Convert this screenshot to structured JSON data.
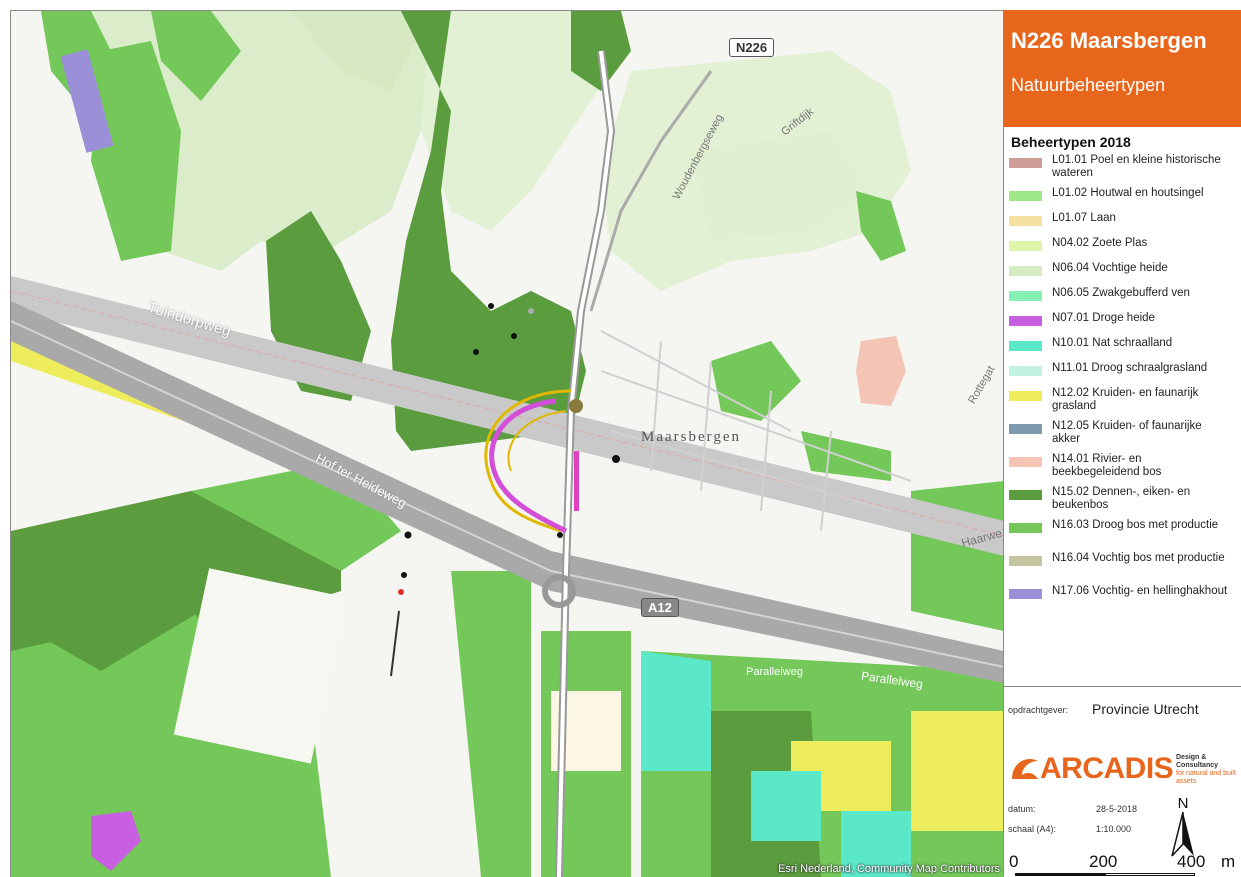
{
  "map": {
    "labels": {
      "tuindorpweg": "Tuindorpweg",
      "hof_ter_heideweg": "Hof ter Heideweg",
      "maarsbergen": "Maarsbergen",
      "woudenbergseweg": "Woudenbergseweg",
      "griftdijk": "Griftdijk",
      "rottegat": "Rottegat",
      "haarweg": "Haarwe",
      "parallelweg1": "Parallelweg",
      "parallelweg2": "Parallelweg"
    },
    "shields": {
      "n226": "N226",
      "a12": "A12"
    },
    "credits": "Esri Nederland, Community Map Contributors"
  },
  "panel": {
    "title": "N226 Maarsbergen",
    "subtitle": "Natuurbeheertypen",
    "legend_title": "Beheertypen 2018",
    "legend": [
      {
        "label": "L01.01 Poel en kleine historische wateren",
        "color": "#cf9d97"
      },
      {
        "label": "L01.02 Houtwal en houtsingel",
        "color": "#9ee887"
      },
      {
        "label": "L01.07 Laan",
        "color": "#f6e0a0"
      },
      {
        "label": "N04.02 Zoete Plas",
        "color": "#ddf5a8"
      },
      {
        "label": "N06.04 Vochtige heide",
        "color": "#d5ebc2"
      },
      {
        "label": "N06.05 Zwakgebufferd ven",
        "color": "#84f0b3"
      },
      {
        "label": "N07.01 Droge heide",
        "color": "#c85fe0"
      },
      {
        "label": "N10.01 Nat schraalland",
        "color": "#5ae8c8"
      },
      {
        "label": "N11.01 Droog schraalgrasland",
        "color": "#c3f2e2"
      },
      {
        "label": "N12.02 Kruiden- en faunarijk grasland",
        "color": "#ecec5c"
      },
      {
        "label": "N12.05 Kruiden- of faunarijke akker",
        "color": "#7f9aae"
      },
      {
        "label": "N14.01 Rivier- en beekbegeleidend bos",
        "color": "#f4c4b4"
      },
      {
        "label": "N15.02 Dennen-, eiken- en beukenbos",
        "color": "#5b9c3e"
      },
      {
        "label": "N16.03 Droog bos met productie",
        "color": "#74c85a"
      },
      {
        "label": "N16.04 Vochtig bos met productie",
        "color": "#c5c5a2"
      },
      {
        "label": "N17.06 Vochtig- en hellinghakhout",
        "color": "#9b8fd8"
      }
    ],
    "client_key": "opdrachtgever:",
    "client_value": "Provincie Utrecht",
    "logo_text": "ARCADIS",
    "logo_tag_1": "Design & Consultancy",
    "logo_tag_2": "for natural and built assets",
    "north_label": "N",
    "date_key": "datum:",
    "date_value": "28-5-2018",
    "scale_key": "schaal (A4):",
    "scale_value": "1:10.000",
    "scale_0": "0",
    "scale_200": "200",
    "scale_400": "400",
    "scale_unit": "m"
  },
  "colors": {
    "accent": "#e8661c"
  }
}
